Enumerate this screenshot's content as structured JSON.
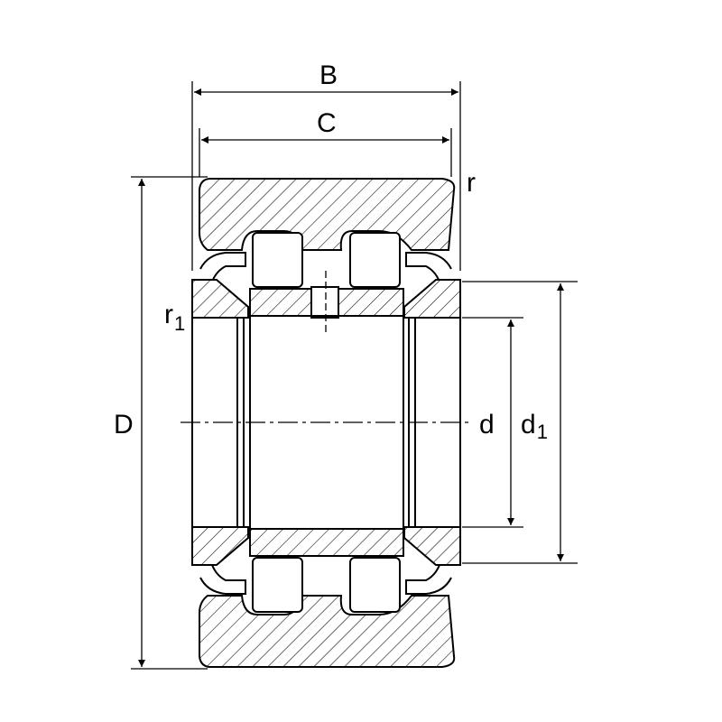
{
  "labels": {
    "B": "B",
    "C": "C",
    "r": "r",
    "r1_base": "r",
    "r1_sub": "1",
    "D": "D",
    "d": "d",
    "d1_base": "d",
    "d1_sub": "1"
  },
  "colors": {
    "line": "#000000",
    "background": "#ffffff"
  }
}
